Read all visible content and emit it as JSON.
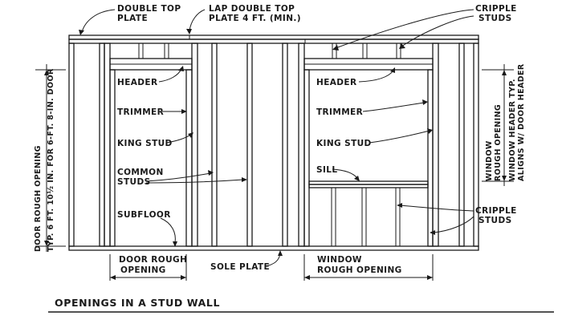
{
  "labels": {
    "double_top_plate_1": "DOUBLE TOP",
    "double_top_plate_2": "PLATE",
    "lap_top_plate_1": "LAP DOUBLE TOP",
    "lap_top_plate_2": "PLATE 4 FT. (MIN.)",
    "cripple_studs_top_1": "CRIPPLE",
    "cripple_studs_top_2": "STUDS",
    "header_door": "HEADER",
    "trimmer_door": "TRIMMER",
    "king_stud_door": "KING STUD",
    "common_studs_1": "COMMON",
    "common_studs_2": "STUDS",
    "subfloor": "SUBFLOOR",
    "header_window": "HEADER",
    "trimmer_window": "TRIMMER",
    "king_stud_window": "KING STUD",
    "sill": "SILL",
    "cripple_studs_bottom_1": "CRIPPLE",
    "cripple_studs_bottom_2": "STUDS",
    "door_rough_opening_1": "DOOR ROUGH",
    "door_rough_opening_2": "OPENING",
    "sole_plate": "SOLE PLATE",
    "window_rough_opening_1": "WINDOW",
    "window_rough_opening_2": "ROUGH OPENING",
    "door_side_1": "DOOR ROUGH OPENING",
    "door_side_2": "TYP. 6 FT. 10½ IN. FOR 6-FT. 8-IN. DOOR",
    "window_side_1a": "WINDOW",
    "window_side_1b": "ROUGH OPENING",
    "window_side_2a": "WINDOW HEADER TYP.",
    "window_side_2b": "ALIGNS W/ DOOR HEADER"
  },
  "caption": "OPENINGS IN A STUD WALL"
}
